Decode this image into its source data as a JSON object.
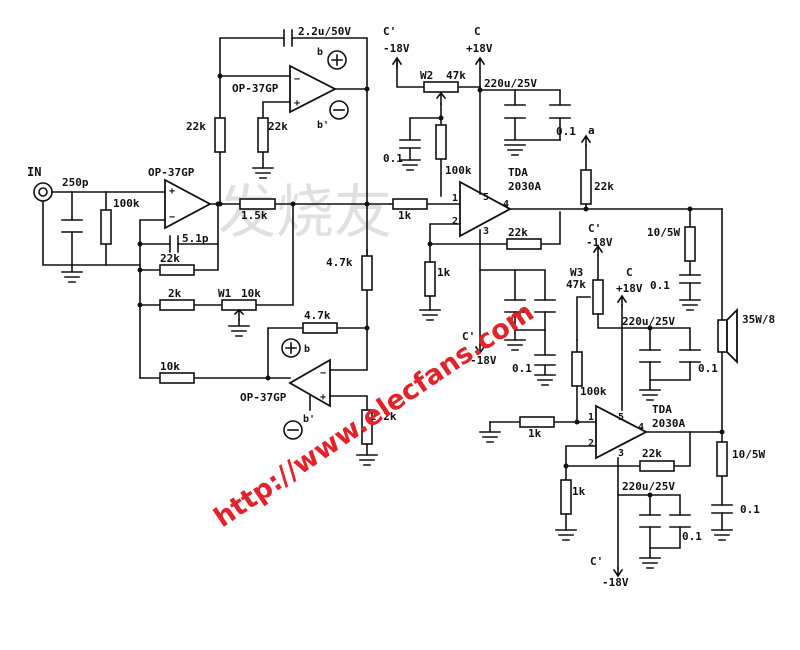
{
  "labels": {
    "in": "IN",
    "c_in": "250p",
    "r_in": "100k",
    "u1_name": "OP-37GP",
    "r1": "1.5k",
    "c_fb": "5.1p",
    "r_fb": "22k",
    "r_w1": "2k",
    "w1": "W1",
    "w1_val": "10k",
    "r_u3": "10k",
    "u3_name": "OP-37GP",
    "u3_fb": "4.7k",
    "u3_gnd": "2.2k",
    "u2_name": "OP-37GP",
    "u2_c": "2.2u/50V",
    "u2_r1": "22k",
    "u2_r2": "22k",
    "mid_r": "4.7k",
    "c_top_l": "C'",
    "v_top_l": "-18V",
    "c_top_r": "C",
    "v_top_r": "+18V",
    "w2": "W2",
    "w2_val": "47k",
    "cap_tl": "0.1",
    "r_a1_bias": "100k",
    "r_a1_in": "1k",
    "tda_a": "TDA",
    "tda_a_model": "2030A",
    "r_a1_fb": "22k",
    "r_a1_gnd": "1k",
    "cap_a1_supply": "220u/25V",
    "cap_a1_supply_b": "0.1",
    "r_a1_out": "22k",
    "node_a": "a",
    "c_mid_b": "C'",
    "v_mid_b": "-18V",
    "cap_a1_neg": "0.1",
    "zobel_a1_r": "10/5W",
    "zobel_a1_c": "0.1",
    "c_mid": "C'",
    "v_mid": "-18V",
    "w3": "W3",
    "w3_val": "47k",
    "c_mid_r": "C",
    "v_mid_r": "+18V",
    "cap_a2_supply": "220u/25V",
    "cap_a2_supply_b": "0.1",
    "speaker": "35W/8",
    "r_a2_bias": "100k",
    "r_a2_in": "1k",
    "tda_b": "TDA",
    "tda_b_model": "2030A",
    "r_a2_fb": "22k",
    "r_a2_gnd": "1k",
    "cap_a2_neg": "220u/25V",
    "cap_a2_neg_b": "0.1",
    "zobel_a2_r": "10/5W",
    "zobel_a2_c": "0.1",
    "c_bot": "C'",
    "v_bot": "-18V",
    "pin_b": "b",
    "pin_bp": "b'",
    "pin_1": "1",
    "pin_2": "2",
    "pin_3": "3",
    "pin_4": "4",
    "pin_5": "5"
  },
  "watermark": {
    "logo": "发烧友",
    "url": "http://www.elecfans.com"
  }
}
